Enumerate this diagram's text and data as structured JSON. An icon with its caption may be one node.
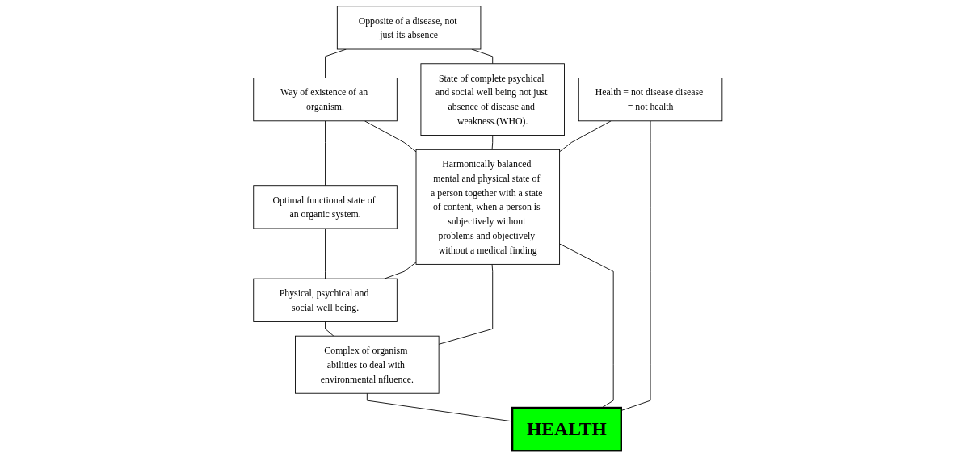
{
  "diagram": {
    "nodes": [
      {
        "text": [
          "Opposite of a disease, not just its absence"
        ]
      },
      {
        "text": [
          "Way of existence of an organism."
        ]
      },
      {
        "text": [
          "Optimal functional state of an organic system."
        ]
      },
      {
        "text": [
          "State of complete psychical and social well being not just absence of disease and weakness.(WHO)."
        ]
      },
      {
        "text": [
          "Harmonically balanced mental and physical state of a person together with a state of content, when a person is subjectively without problems and objectively without a medical finding"
        ]
      },
      {
        "text": [
          "Physical, psychical and social well being."
        ]
      },
      {
        "text": [
          "Health = not disease disease = not health"
        ]
      },
      {
        "text": [
          "Complex of organism abilities to deal with environmental nfluence."
        ]
      },
      {
        "text": [
          "HEALTH"
        ]
      }
    ],
    "edges": [
      {
        "from": 0,
        "to": 1,
        "arrow": "none"
      },
      {
        "from": 1,
        "to": 2,
        "arrow": "none"
      },
      {
        "from": 0,
        "to": 3,
        "arrow": "none"
      },
      {
        "from": 1,
        "to": 4,
        "arrow": "none"
      },
      {
        "from": 2,
        "to": 5,
        "arrow": "none"
      },
      {
        "from": 3,
        "to": 4,
        "arrow": "none"
      },
      {
        "from": 4,
        "to": 5,
        "arrow": "none"
      },
      {
        "from": 6,
        "to": 4,
        "arrow": "none"
      },
      {
        "from": 4,
        "to": 7,
        "arrow": "none"
      },
      {
        "from": 5,
        "to": 7,
        "arrow": "none"
      },
      {
        "from": 6,
        "to": 8,
        "arrow": "none"
      },
      {
        "from": 4,
        "to": 8,
        "arrow": "none"
      },
      {
        "from": 7,
        "to": 8,
        "arrow": "none"
      }
    ]
  }
}
